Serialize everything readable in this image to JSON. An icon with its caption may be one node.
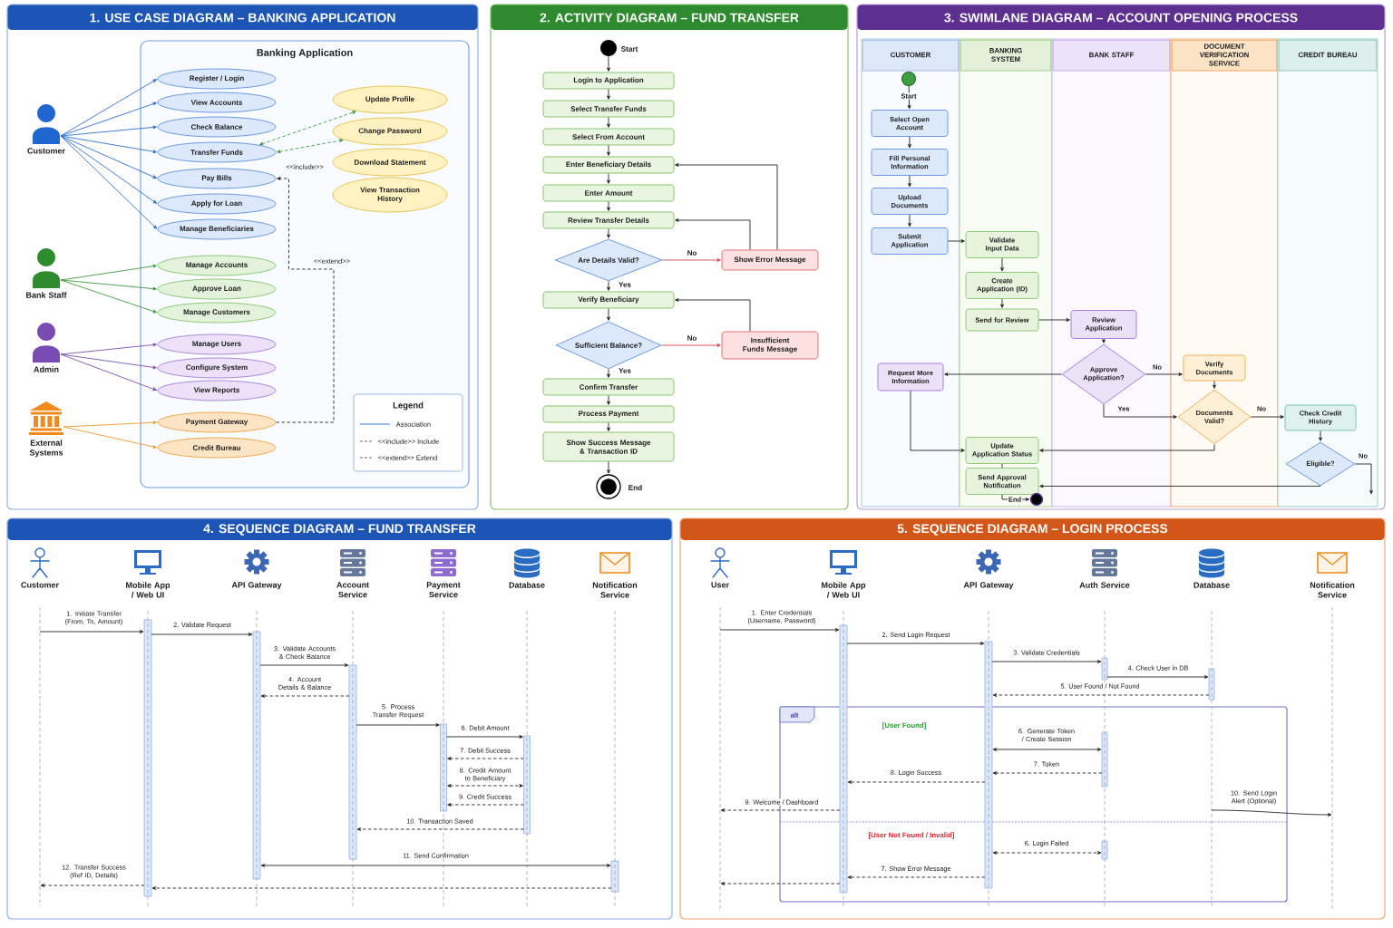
{
  "diagram": {
    "nodes": [
      {
        "text": [
          "1. USE CASE DIAGRAM – BANKING APPLICATION"
        ]
      },
      {
        "text": [
          "Banking Application"
        ],
        "in": 0
      },
      {
        "text": [
          "Customer"
        ],
        "in": 0
      },
      {
        "text": [
          "Bank Staff"
        ],
        "in": 0
      },
      {
        "text": [
          "Admin"
        ],
        "in": 0
      },
      {
        "text": [
          "External Systems"
        ],
        "in": 0
      },
      {
        "text": [
          "Register / Login"
        ],
        "in": 1
      },
      {
        "text": [
          "View Accounts"
        ],
        "in": 1
      },
      {
        "text": [
          "Check Balance"
        ],
        "in": 1
      },
      {
        "text": [
          "Transfer Funds"
        ],
        "in": 1
      },
      {
        "text": [
          "Pay Bills"
        ],
        "in": 1
      },
      {
        "text": [
          "Apply for Loan"
        ],
        "in": 1
      },
      {
        "text": [
          "Manage Beneficiaries"
        ],
        "in": 1
      },
      {
        "text": [
          "Update Profile"
        ],
        "in": 1
      },
      {
        "text": [
          "Change Password"
        ],
        "in": 1
      },
      {
        "text": [
          "Download Statement"
        ],
        "in": 1
      },
      {
        "text": [
          "View Transaction History"
        ],
        "in": 1
      },
      {
        "text": [
          "Manage Accounts"
        ],
        "in": 1
      },
      {
        "text": [
          "Approve Loan"
        ],
        "in": 1
      },
      {
        "text": [
          "Manage Customers"
        ],
        "in": 1
      },
      {
        "text": [
          "Manage Users"
        ],
        "in": 1
      },
      {
        "text": [
          "Configure System"
        ],
        "in": 1
      },
      {
        "text": [
          "View Reports"
        ],
        "in": 1
      },
      {
        "text": [
          "Payment Gateway"
        ],
        "in": 1
      },
      {
        "text": [
          "Credit Bureau"
        ],
        "in": 1
      },
      {
        "text": [
          "2. ACTIVITY DIAGRAM – FUND TRANSFER"
        ]
      },
      {
        "text": [],
        "shape": "circle",
        "beside": [
          "Start"
        ],
        "in": 25
      },
      {
        "text": [
          "Login to Application"
        ],
        "in": 25
      },
      {
        "text": [
          "Select Transfer Funds"
        ],
        "in": 25
      },
      {
        "text": [
          "Select From Account"
        ],
        "in": 25
      },
      {
        "text": [
          "Enter Beneficiary Details"
        ],
        "in": 25
      },
      {
        "text": [
          "Enter Amount"
        ],
        "in": 25
      },
      {
        "text": [
          "Review Transfer Details"
        ],
        "in": 25
      },
      {
        "text": [
          "Are Details Valid?"
        ],
        "in": 25
      },
      {
        "text": [
          "Show Error Message"
        ],
        "in": 25
      },
      {
        "text": [
          "Verify Beneficiary"
        ],
        "in": 25
      },
      {
        "text": [
          "Sufficient Balance?"
        ],
        "in": 25
      },
      {
        "text": [
          "Insufficient Funds Message"
        ],
        "in": 25
      },
      {
        "text": [
          "Confirm Transfer"
        ],
        "in": 25
      },
      {
        "text": [
          "Process Payment"
        ],
        "in": 25
      },
      {
        "text": [
          "Show Success Message & Transaction ID"
        ],
        "in": 25
      },
      {
        "text": [],
        "shape": "circle",
        "beside": [
          "End"
        ],
        "in": 25
      },
      {
        "text": [
          "3. SWIMLANE DIAGRAM – ACCOUNT OPENING PROCESS"
        ]
      },
      {
        "text": [
          "CUSTOMER"
        ],
        "in": 42
      },
      {
        "text": [
          "BANKING SYSTEM"
        ],
        "in": 42
      },
      {
        "text": [
          "BANK STAFF"
        ],
        "in": 42
      },
      {
        "text": [
          "DOCUMENT VERIFICATION SERVICE"
        ],
        "in": 42
      },
      {
        "text": [
          "CREDIT BUREAU"
        ],
        "in": 42
      },
      {
        "text": [],
        "shape": "circle",
        "in": 43
      },
      {
        "text": [
          "Select Open Account"
        ],
        "in": 43
      },
      {
        "text": [
          "Fill Personal Information"
        ],
        "in": 43
      },
      {
        "text": [
          "Upload Documents"
        ],
        "in": 43
      },
      {
        "text": [
          "Submit Application"
        ],
        "in": 43
      },
      {
        "text": [
          "Validate Input Data"
        ],
        "in": 44
      },
      {
        "text": [
          "Create Application (ID)"
        ],
        "in": 44
      },
      {
        "text": [
          "Send for Review"
        ],
        "in": 44
      },
      {
        "text": [
          "Review Application"
        ],
        "in": 45
      },
      {
        "text": [
          "Approve Application?"
        ],
        "in": 45
      },
      {
        "text": [
          "Request More Information"
        ],
        "in": 43
      },
      {
        "text": [
          "Verify Documents"
        ],
        "in": 46
      },
      {
        "text": [
          "Documents Valid?"
        ],
        "in": 46
      },
      {
        "text": [
          "Check Credit History"
        ],
        "in": 47
      },
      {
        "text": [
          "Update Application Status"
        ],
        "in": 44
      },
      {
        "text": [
          "Eligible?"
        ],
        "in": 47
      },
      {
        "text": [
          "Send Approval Notification"
        ],
        "in": 44
      },
      {
        "text": [],
        "shape": "circle",
        "in": 44
      },
      {
        "text": [
          "4. SEQUENCE DIAGRAM – FUND TRANSFER"
        ]
      },
      {
        "text": [
          "Customer"
        ],
        "in": 66
      },
      {
        "text": [
          "Mobile App / Web UI"
        ],
        "in": 66
      },
      {
        "text": [
          "API Gateway"
        ],
        "in": 66
      },
      {
        "text": [
          "Account Service"
        ],
        "in": 66
      },
      {
        "text": [
          "Payment Service"
        ],
        "in": 66
      },
      {
        "text": [
          "Database"
        ],
        "in": 66
      },
      {
        "text": [
          "Notification Service"
        ],
        "in": 66
      },
      {
        "text": [],
        "shape": "bar",
        "in": 66
      },
      {
        "text": [],
        "shape": "bar",
        "in": 66
      },
      {
        "text": [],
        "shape": "bar",
        "in": 66
      },
      {
        "text": [],
        "shape": "bar",
        "in": 66
      },
      {
        "text": [],
        "shape": "bar",
        "in": 66
      },
      {
        "text": [],
        "shape": "bar",
        "in": 66
      },
      {
        "text": [
          "5. SEQUENCE DIAGRAM – LOGIN PROCESS"
        ]
      },
      {
        "text": [
          "User"
        ],
        "in": 80
      },
      {
        "text": [
          "Mobile App / Web UI"
        ],
        "in": 80
      },
      {
        "text": [
          "API Gateway"
        ],
        "in": 80
      },
      {
        "text": [
          "Auth Service"
        ],
        "in": 80
      },
      {
        "text": [
          "Database"
        ],
        "in": 80
      },
      {
        "text": [
          "Notification Service"
        ],
        "in": 80
      },
      {
        "text": [
          "alt",
          "[User Found]",
          "[User Not Found / Invalid]"
        ],
        "in": 80
      },
      {
        "text": [],
        "shape": "bar",
        "in": 80
      },
      {
        "text": [],
        "shape": "bar",
        "in": 80
      },
      {
        "text": [],
        "shape": "bar",
        "in": 80
      },
      {
        "text": [],
        "shape": "bar",
        "in": 87
      },
      {
        "text": [],
        "shape": "bar",
        "in": 87
      },
      {
        "text": [],
        "shape": "bar",
        "in": 80
      }
    ],
    "edges": [
      {
        "from": 2,
        "to": 6,
        "arrow": "to",
        "color": "#2f6fd6"
      },
      {
        "from": 2,
        "to": 7,
        "arrow": "to",
        "color": "#2f6fd6"
      },
      {
        "from": 2,
        "to": 8,
        "arrow": "to",
        "color": "#2f6fd6"
      },
      {
        "from": 2,
        "to": 9,
        "arrow": "to",
        "color": "#2f6fd6"
      },
      {
        "from": 2,
        "to": 10,
        "arrow": "to",
        "color": "#2f6fd6"
      },
      {
        "from": 2,
        "to": 11,
        "arrow": "to",
        "color": "#2f6fd6"
      },
      {
        "from": 2,
        "to": 12,
        "arrow": "to",
        "color": "#2f6fd6"
      },
      {
        "from": 3,
        "to": 17,
        "arrow": "to",
        "color": "#3f9a3f"
      },
      {
        "from": 3,
        "to": 18,
        "arrow": "to",
        "color": "#3f9a3f"
      },
      {
        "from": 3,
        "to": 19,
        "arrow": "to",
        "color": "#3f9a3f"
      },
      {
        "from": 4,
        "to": 20,
        "arrow": "to",
        "color": "#7d4fb8"
      },
      {
        "from": 4,
        "to": 21,
        "arrow": "to",
        "color": "#7d4fb8"
      },
      {
        "from": 4,
        "to": 22,
        "arrow": "to",
        "color": "#7d4fb8"
      },
      {
        "from": 5,
        "to": 23,
        "arrow": "to",
        "color": "#f0952a"
      },
      {
        "from": 5,
        "to": 24,
        "arrow": "to",
        "color": "#f0952a"
      },
      {
        "from": 9,
        "to": 13,
        "arrow": "both",
        "style": "dashed",
        "color": "#3f9a3f"
      },
      {
        "from": 9,
        "to": 14,
        "arrow": "both",
        "style": "dashed",
        "color": "#3f9a3f",
        "label": "<<include>>"
      },
      {
        "from": 23,
        "to": 10,
        "arrow": "to",
        "style": "dashed",
        "label": "<<extend>>"
      },
      {
        "from": 26,
        "to": 27,
        "arrow": "to"
      },
      {
        "from": 27,
        "to": 28,
        "arrow": "to"
      },
      {
        "from": 28,
        "to": 29,
        "arrow": "to"
      },
      {
        "from": 29,
        "to": 30,
        "arrow": "to"
      },
      {
        "from": 30,
        "to": 31,
        "arrow": "to"
      },
      {
        "from": 31,
        "to": 32,
        "arrow": "to"
      },
      {
        "from": 32,
        "to": 33,
        "arrow": "to"
      },
      {
        "from": 33,
        "to": 34,
        "arrow": "to",
        "label": "No",
        "color": "#d9434b"
      },
      {
        "from": 34,
        "to": 30,
        "arrow": "to"
      },
      {
        "from": 34,
        "to": 32,
        "arrow": "to"
      },
      {
        "from": 33,
        "to": 35,
        "arrow": "to",
        "label": "Yes"
      },
      {
        "from": 35,
        "to": 36,
        "arrow": "to"
      },
      {
        "from": 36,
        "to": 37,
        "arrow": "to",
        "label": "No",
        "color": "#d9434b"
      },
      {
        "from": 37,
        "to": 35,
        "arrow": "to"
      },
      {
        "from": 36,
        "to": 38,
        "arrow": "to",
        "label": "Yes"
      },
      {
        "from": 38,
        "to": 39,
        "arrow": "to"
      },
      {
        "from": 39,
        "to": 40,
        "arrow": "to"
      },
      {
        "from": 40,
        "to": 41,
        "arrow": "to"
      },
      {
        "from": 48,
        "to": 49,
        "arrow": "to",
        "label": "Start"
      },
      {
        "from": 49,
        "to": 50,
        "arrow": "to"
      },
      {
        "from": 50,
        "to": 51,
        "arrow": "to"
      },
      {
        "from": 51,
        "to": 52,
        "arrow": "to"
      },
      {
        "from": 52,
        "to": 53,
        "arrow": "to"
      },
      {
        "from": 53,
        "to": 54,
        "arrow": "to"
      },
      {
        "from": 54,
        "to": 55,
        "arrow": "to"
      },
      {
        "from": 55,
        "to": 56,
        "arrow": "to"
      },
      {
        "from": 56,
        "to": 57,
        "arrow": "to"
      },
      {
        "from": 57,
        "to": 58,
        "arrow": "to"
      },
      {
        "from": 57,
        "to": 59,
        "arrow": "to",
        "label": "No"
      },
      {
        "from": 57,
        "to": 60,
        "arrow": "to",
        "label": "Yes"
      },
      {
        "from": 59,
        "to": 60,
        "arrow": "to"
      },
      {
        "from": 60,
        "to": 61,
        "arrow": "to",
        "label": "No"
      },
      {
        "from": 60,
        "to": 62,
        "arrow": "to"
      },
      {
        "from": 58,
        "to": 62,
        "arrow": "to"
      },
      {
        "from": 62,
        "to": 64,
        "arrow": "none"
      },
      {
        "from": 61,
        "to": 63,
        "arrow": "to"
      },
      {
        "from": 63,
        "to": 64,
        "arrow": "to"
      },
      {
        "from": 63,
        "to": null,
        "arrow": "to",
        "label": "No"
      },
      {
        "from": 64,
        "to": 65,
        "arrow": "to",
        "label": "End"
      },
      {
        "from": 67,
        "to": 74,
        "arrow": "to",
        "label": "1. Initiate Transfer (From, To, Amount)"
      },
      {
        "from": 74,
        "to": 75,
        "arrow": "to",
        "label": "2. Validate Request"
      },
      {
        "from": 75,
        "to": 76,
        "arrow": "to",
        "label": "3. Validate Accounts & Check Balance"
      },
      {
        "from": 76,
        "to": 75,
        "arrow": "to",
        "style": "dashed",
        "label": "4. Account Details & Balance"
      },
      {
        "from": 76,
        "to": 77,
        "arrow": "to",
        "label": "5. Process Transfer Request"
      },
      {
        "from": 77,
        "to": 78,
        "arrow": "to",
        "label": "6. Debit Amount"
      },
      {
        "from": 78,
        "to": 77,
        "arrow": "to",
        "style": "dashed",
        "label": "7. Debit Success"
      },
      {
        "from": 77,
        "to": 78,
        "arrow": "both",
        "style": "dashed",
        "label": "8. Credit Amount to Beneficiary"
      },
      {
        "from": 78,
        "to": 77,
        "arrow": "to",
        "style": "dashed",
        "label": "9. Credit Success"
      },
      {
        "from": 78,
        "to": 76,
        "arrow": "to",
        "style": "dashed",
        "label": "10. Transaction Saved"
      },
      {
        "from": 75,
        "to": 79,
        "arrow": "both",
        "label": "11. Send Confirmation"
      },
      {
        "from": 74,
        "to": 67,
        "arrow": "to",
        "style": "dashed",
        "label": "12. Transfer Success (Ref ID, Details)"
      },
      {
        "from": 79,
        "to": 74,
        "arrow": "to",
        "style": "dashed"
      },
      {
        "from": 81,
        "to": 88,
        "arrow": "to",
        "label": "1. Enter Credentials (Username, Password)"
      },
      {
        "from": 88,
        "to": 89,
        "arrow": "to",
        "label": "2. Send Login Request"
      },
      {
        "from": 89,
        "to": 90,
        "arrow": "to",
        "label": "3. Validate Credentials"
      },
      {
        "from": 90,
        "to": 93,
        "arrow": "to",
        "label": "4. Check User in DB"
      },
      {
        "from": 93,
        "to": 89,
        "arrow": "to",
        "style": "dashed",
        "label": "5. User Found / Not Found"
      },
      {
        "from": 89,
        "to": 91,
        "arrow": "both",
        "label": "6. Generate Token / Create Session"
      },
      {
        "from": 91,
        "to": 89,
        "arrow": "to",
        "style": "dashed",
        "label": "7. Token"
      },
      {
        "from": 89,
        "to": 88,
        "arrow": "to",
        "style": "dashed",
        "label": "8. Login Success"
      },
      {
        "from": 88,
        "to": 81,
        "arrow": "to",
        "style": "dashed",
        "label": "9. Welcome / Dashboard"
      },
      {
        "from": null,
        "to": 86,
        "arrow": "to",
        "label": "10. Send Login Alert (Optional)"
      },
      {
        "from": 89,
        "to": 92,
        "arrow": "both",
        "style": "dashed",
        "label": "6. Login Failed"
      },
      {
        "from": 89,
        "to": 88,
        "arrow": "to",
        "style": "dashed",
        "label": "7. Show Error Message"
      },
      {
        "from": 88,
        "to": 81,
        "arrow": "to",
        "style": "dashed"
      }
    ],
    "labels": [
      "Legend"
    ],
    "legend": [
      {
        "text": "Association"
      },
      {
        "text": "<<include>> Include"
      },
      {
        "text": "<<extend>> Extend"
      }
    ]
  }
}
